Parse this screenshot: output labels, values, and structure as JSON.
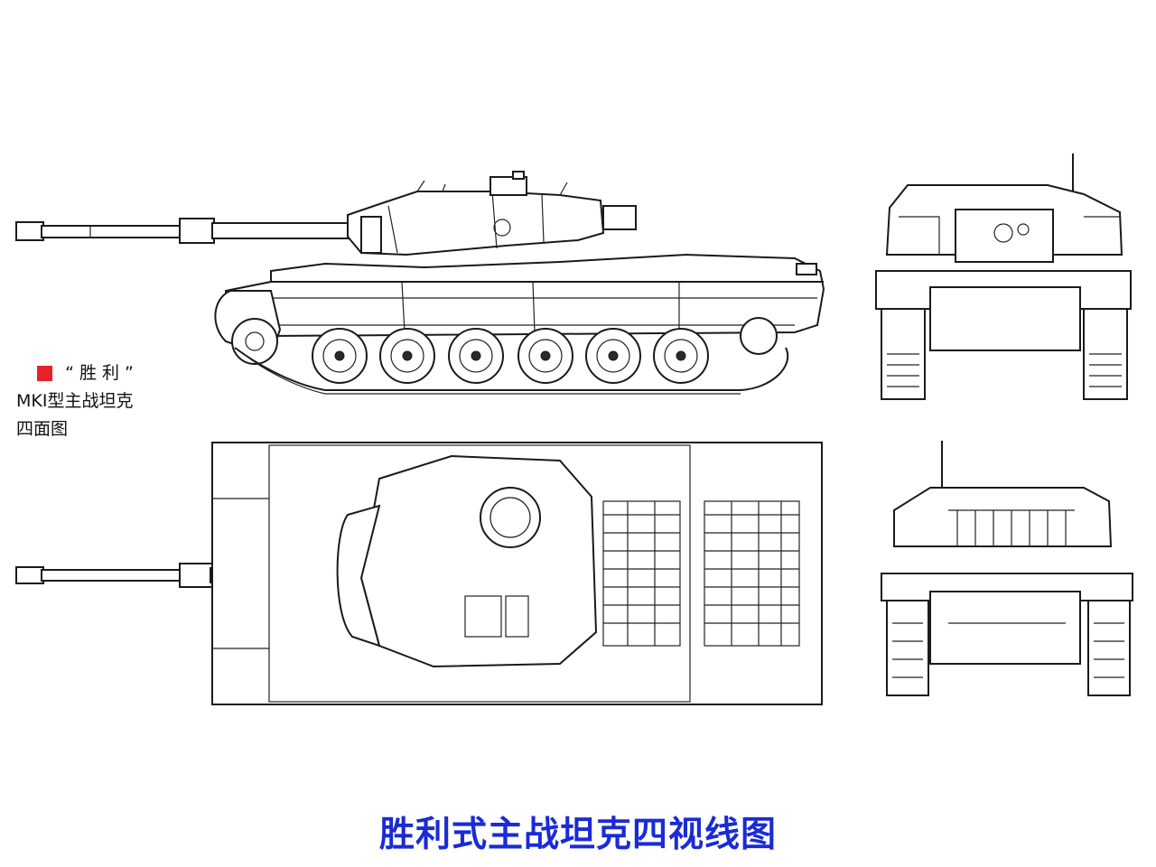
{
  "caption": {
    "marker_color": "#e8212b",
    "line1": "“胜利”",
    "line2": "MKI型主战坦克",
    "line3": "四面图"
  },
  "title": {
    "text": "胜利式主战坦克四视线图",
    "color": "#1a2bd6"
  },
  "views": [
    "side-view",
    "front-view",
    "top-view",
    "rear-view"
  ]
}
